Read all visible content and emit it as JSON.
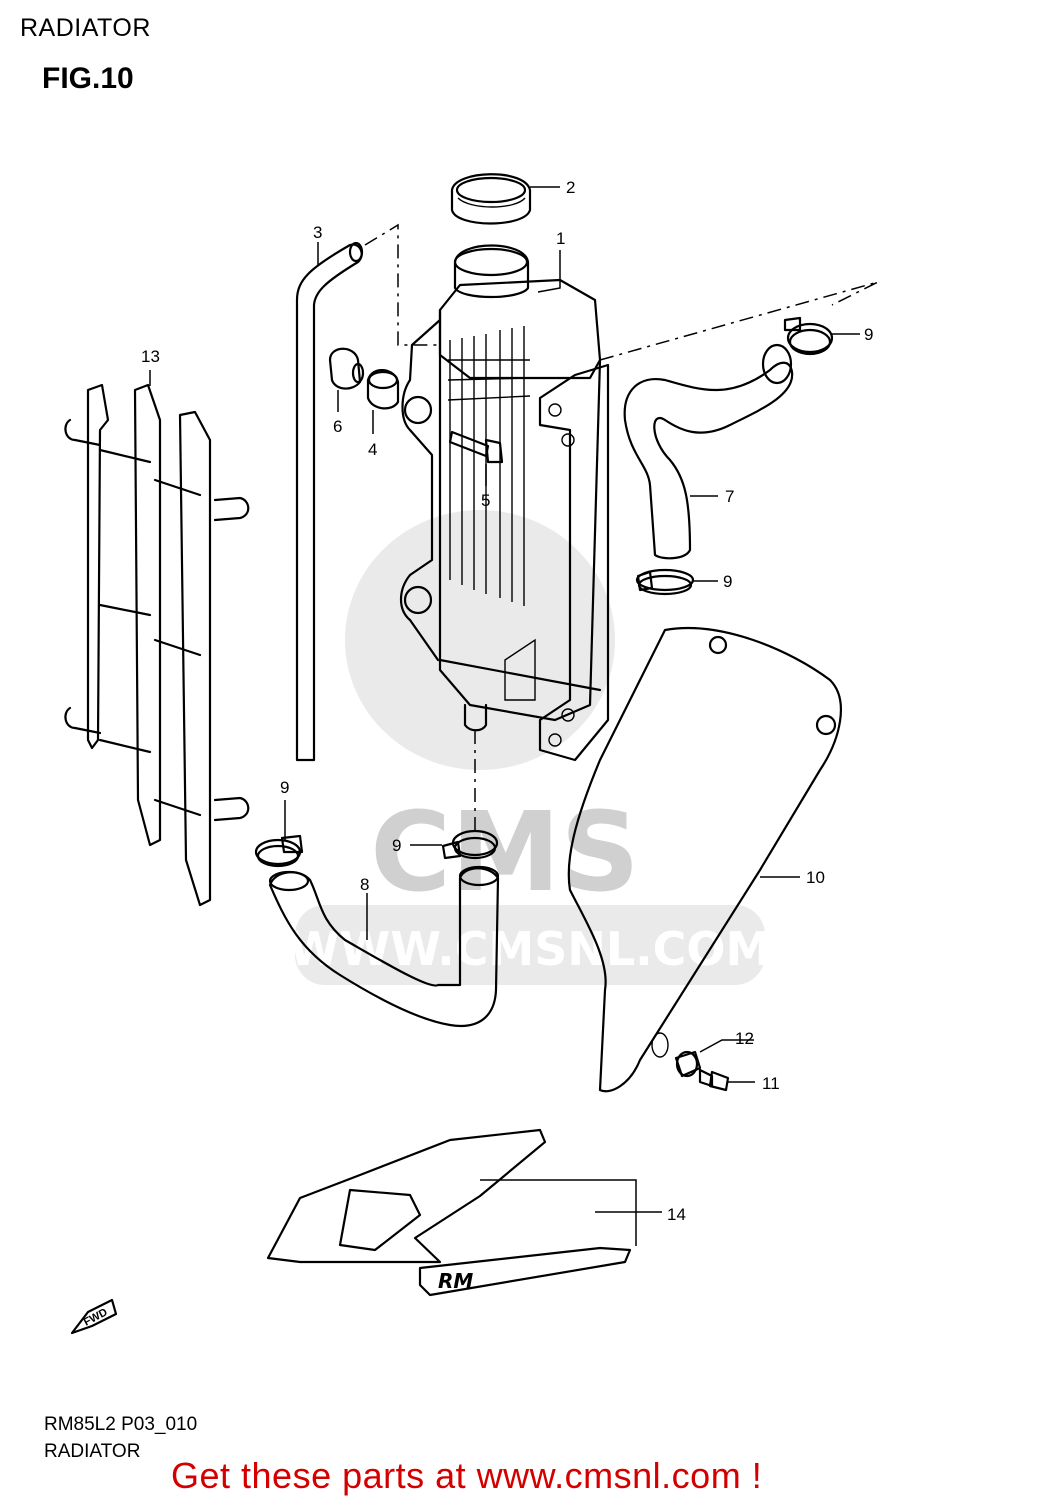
{
  "header": {
    "section_title": "RADIATOR",
    "figure_label": "FIG.10"
  },
  "callouts": {
    "c1": "1",
    "c2": "2",
    "c3": "3",
    "c4": "4",
    "c5": "5",
    "c6": "6",
    "c7": "7",
    "c8": "8",
    "c9a": "9",
    "c9b": "9",
    "c9c": "9",
    "c9d": "9",
    "c10": "10",
    "c11": "11",
    "c12": "12",
    "c13": "13",
    "c14": "14"
  },
  "direction_label": "FWD",
  "watermark": {
    "logo": "CMS",
    "url": "WWW.CMSNL.COM"
  },
  "decal_text": "RM",
  "footer": {
    "diagram_code": "RM85L2 P03_010",
    "caption": "RADIATOR",
    "promo": "Get these parts at www.cmsnl.com !"
  }
}
